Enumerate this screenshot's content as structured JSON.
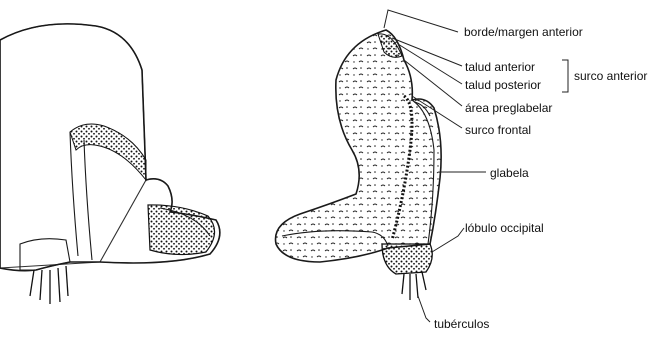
{
  "labels": {
    "borde": "borde/margen anterior",
    "talud_anterior": "talud anterior",
    "talud_posterior": "talud posterior",
    "surco_anterior": "surco anterior",
    "area_preglabelar": "área preglabelar",
    "surco_frontal": "surco frontal",
    "glabela": "glabela",
    "lobulo_occipital": "lóbulo occipital",
    "tuberculos": "tubérculos"
  },
  "colors": {
    "ink": "#1a1a1a",
    "paper": "#ffffff"
  }
}
